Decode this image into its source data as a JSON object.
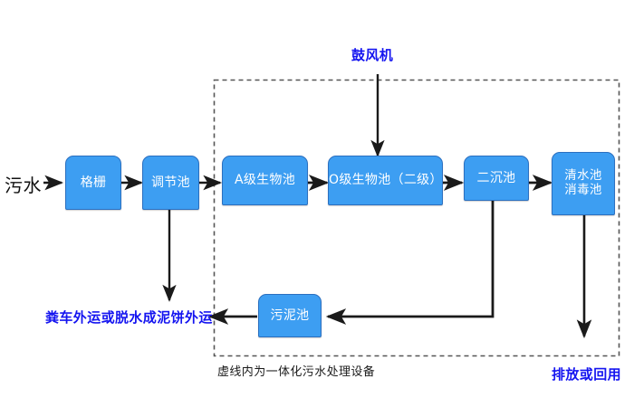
{
  "diagram": {
    "title_label": "鼓风机",
    "caption": "虚线内为一体化污水处理设备",
    "inlet_label": "污水",
    "sludge_outlet_label": "粪车外运或脱水成泥饼外运",
    "effluent_label": "排放或回用",
    "colors": {
      "node_fill": "#3d9ef2",
      "node_border": "#2b6fbf",
      "node_text": "#ffffff",
      "blue_label": "#1414f0",
      "black_label": "#111111",
      "arrow": "#1a1a1a",
      "dashed_border": "#555555",
      "background": "#ffffff"
    },
    "nodes": [
      {
        "id": "grid",
        "label": "格栅"
      },
      {
        "id": "equalization",
        "label": "调节池"
      },
      {
        "id": "a-stage",
        "label": "A级生物池"
      },
      {
        "id": "o-stage",
        "label": "O级生物池（二级）"
      },
      {
        "id": "secondary-clarifier",
        "label": "二沉池"
      },
      {
        "id": "clear-water-line1",
        "label": "清水池"
      },
      {
        "id": "clear-water-line2",
        "label": "消毒池"
      },
      {
        "id": "sludge-tank",
        "label": "污泥池"
      }
    ]
  }
}
